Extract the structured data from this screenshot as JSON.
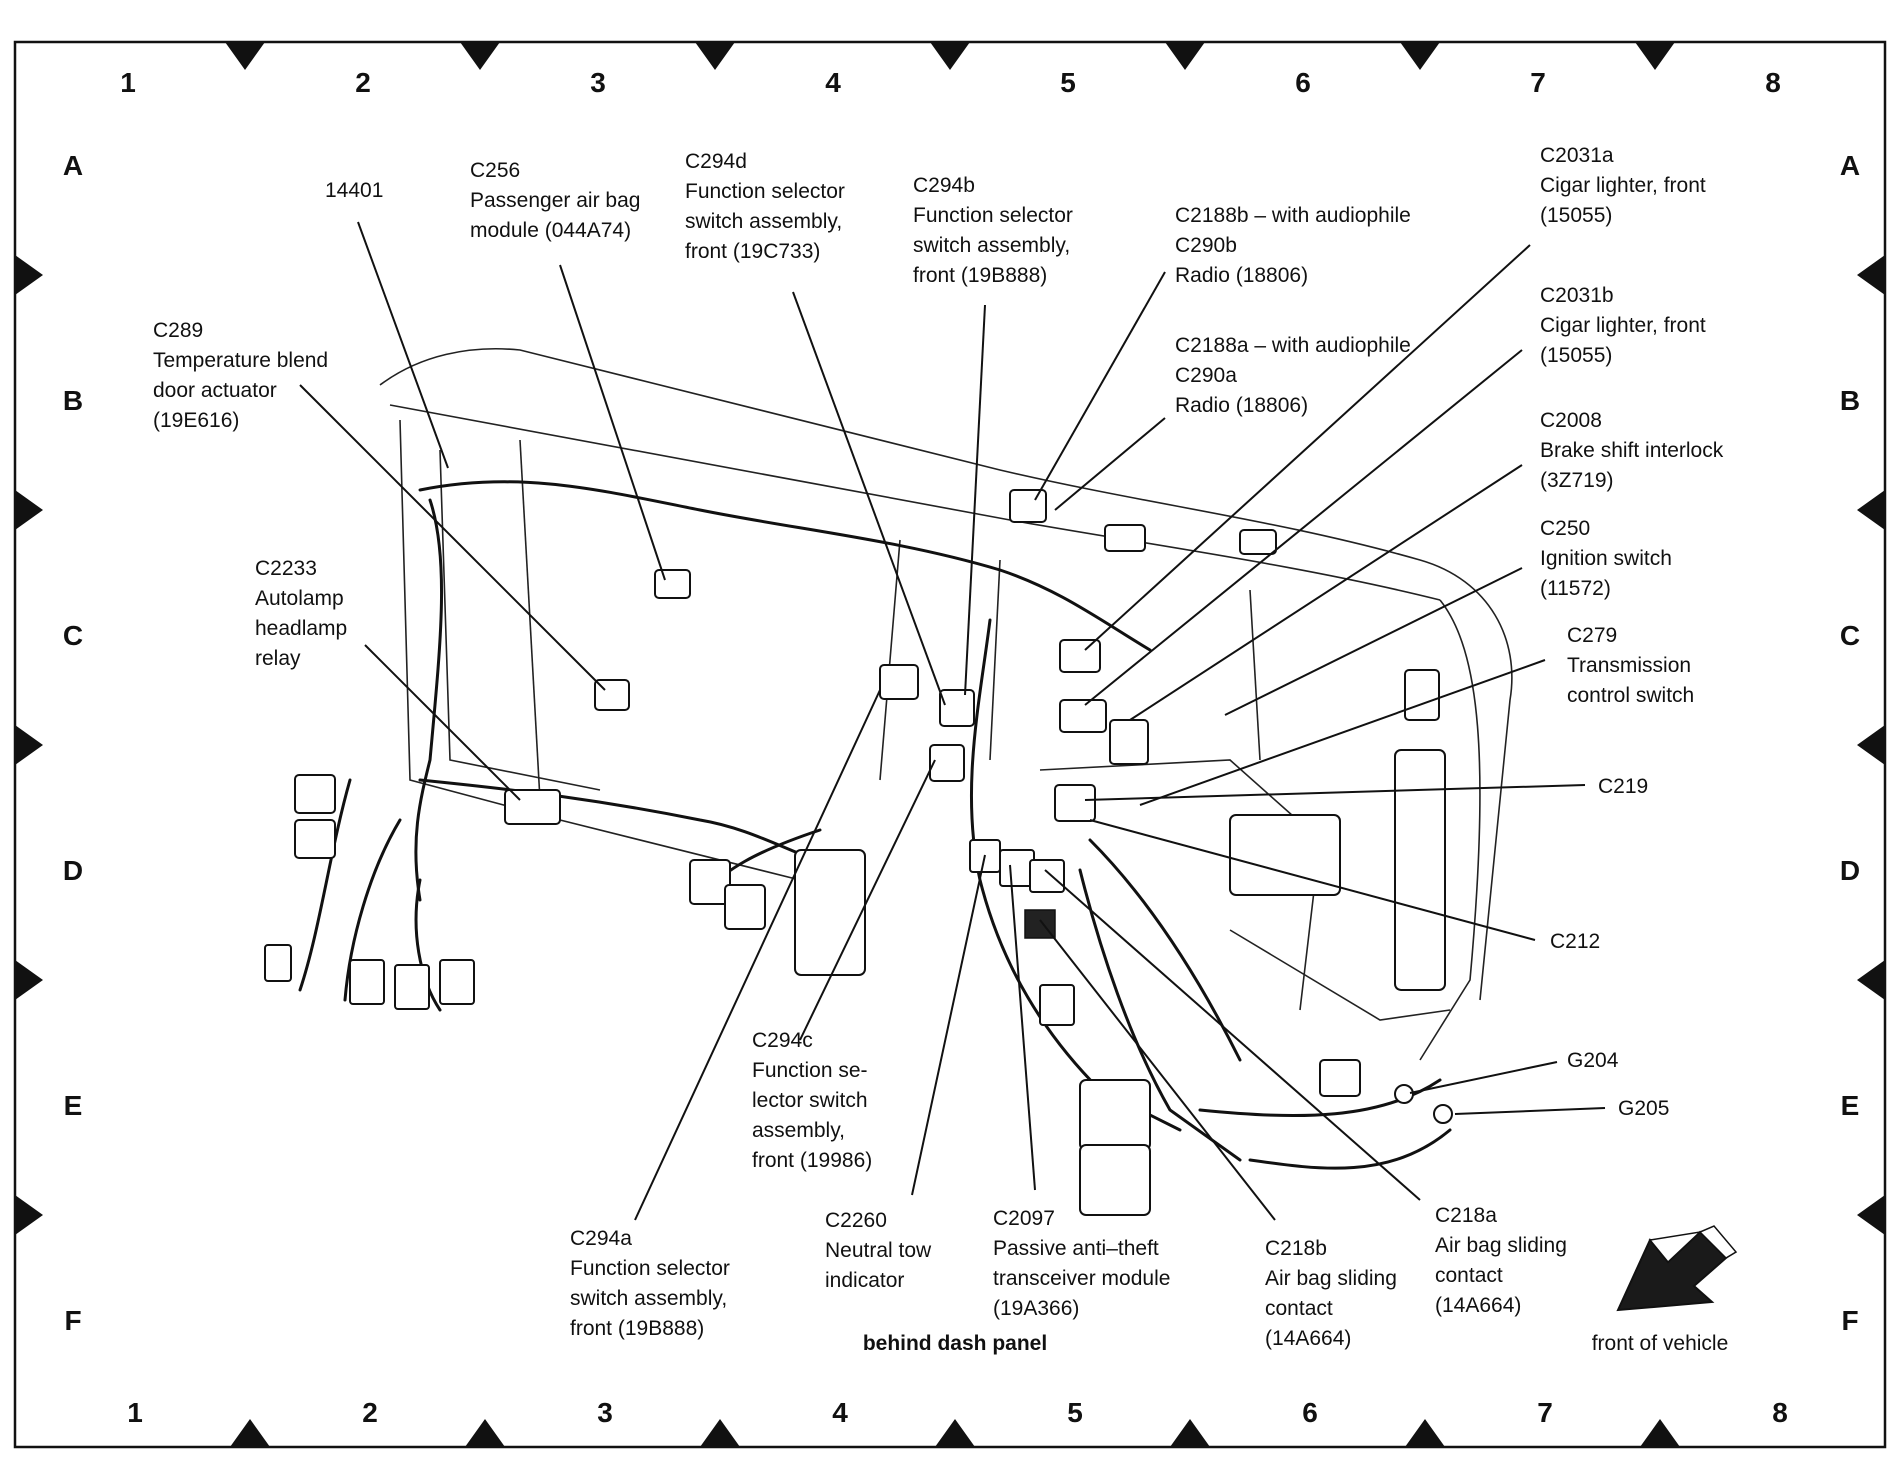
{
  "grid": {
    "columns": [
      "1",
      "2",
      "3",
      "4",
      "5",
      "6",
      "7",
      "8"
    ],
    "rows": [
      "A",
      "B",
      "C",
      "D",
      "E",
      "F"
    ]
  },
  "labels": {
    "l14401": [
      "14401"
    ],
    "c256": [
      "C256",
      "Passenger air bag",
      "module (044A74)"
    ],
    "c294d": [
      "C294d",
      "Function selector",
      "switch assembly,",
      "front (19C733)"
    ],
    "c294b": [
      "C294b",
      "Function selector",
      "switch assembly,",
      "front (19B888)"
    ],
    "c2188b": [
      "C2188b – with audiophile",
      "C290b",
      "Radio (18806)"
    ],
    "c2188a": [
      "C2188a – with audiophile",
      "C290a",
      "Radio (18806)"
    ],
    "c2031a": [
      "C2031a",
      "Cigar lighter, front",
      "(15055)"
    ],
    "c2031b": [
      "C2031b",
      "Cigar lighter, front",
      "(15055)"
    ],
    "c2008": [
      "C2008",
      "Brake shift interlock",
      "(3Z719)"
    ],
    "c250": [
      "C250",
      "Ignition switch",
      "(11572)"
    ],
    "c279": [
      "C279",
      "Transmission",
      "control switch"
    ],
    "c219": [
      "C219"
    ],
    "c212": [
      "C212"
    ],
    "g204": [
      "G204"
    ],
    "g205": [
      "G205"
    ],
    "c289": [
      "C289",
      "Temperature blend",
      "door actuator",
      "(19E616)"
    ],
    "c2233": [
      "C2233",
      "Autolamp",
      "headlamp",
      "relay"
    ],
    "c294c": [
      "C294c",
      "Function se-",
      "lector switch",
      "assembly,",
      "front (19986)"
    ],
    "c294a": [
      "C294a",
      "Function selector",
      "switch assembly,",
      "front (19B888)"
    ],
    "c2260": [
      "C2260",
      "Neutral tow",
      "indicator"
    ],
    "c2097": [
      "C2097",
      "Passive anti–theft",
      "transceiver module",
      "(19A366)"
    ],
    "c218b": [
      "C218b",
      "Air bag sliding",
      "contact",
      "(14A664)"
    ],
    "c218a": [
      "C218a",
      "Air bag sliding",
      "contact",
      "(14A664)"
    ]
  },
  "captions": {
    "behind": "behind dash panel",
    "front": "front of vehicle"
  }
}
